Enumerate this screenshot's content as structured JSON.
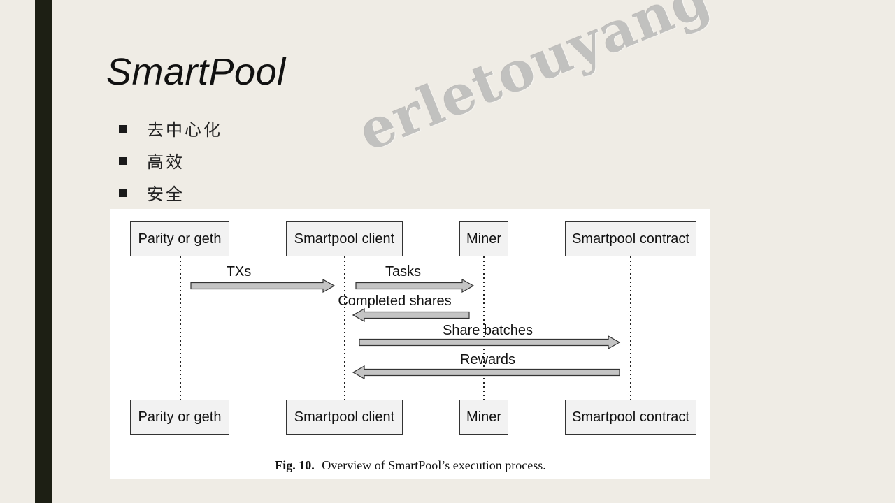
{
  "slide": {
    "title": "SmartPool",
    "bullets": [
      "去中心化",
      "高效",
      "安全"
    ],
    "watermark": "erletouyang"
  },
  "diagram": {
    "actors": [
      "Parity or geth",
      "Smartpool client",
      "Miner",
      "Smartpool contract"
    ],
    "messages": [
      {
        "label": "TXs",
        "from": 0,
        "to": 1
      },
      {
        "label": "Tasks",
        "from": 1,
        "to": 2
      },
      {
        "label": "Completed shares",
        "from": 2,
        "to": 1
      },
      {
        "label": "Share batches",
        "from": 1,
        "to": 3
      },
      {
        "label": "Rewards",
        "from": 3,
        "to": 1
      }
    ],
    "caption_label": "Fig. 10.",
    "caption_text": "Overview of SmartPool’s execution process."
  },
  "colors": {
    "background": "#efece5",
    "accent_bar": "#1d1f14",
    "arrow_fill": "#c4c4c4",
    "box_fill": "#f2f2f2"
  }
}
